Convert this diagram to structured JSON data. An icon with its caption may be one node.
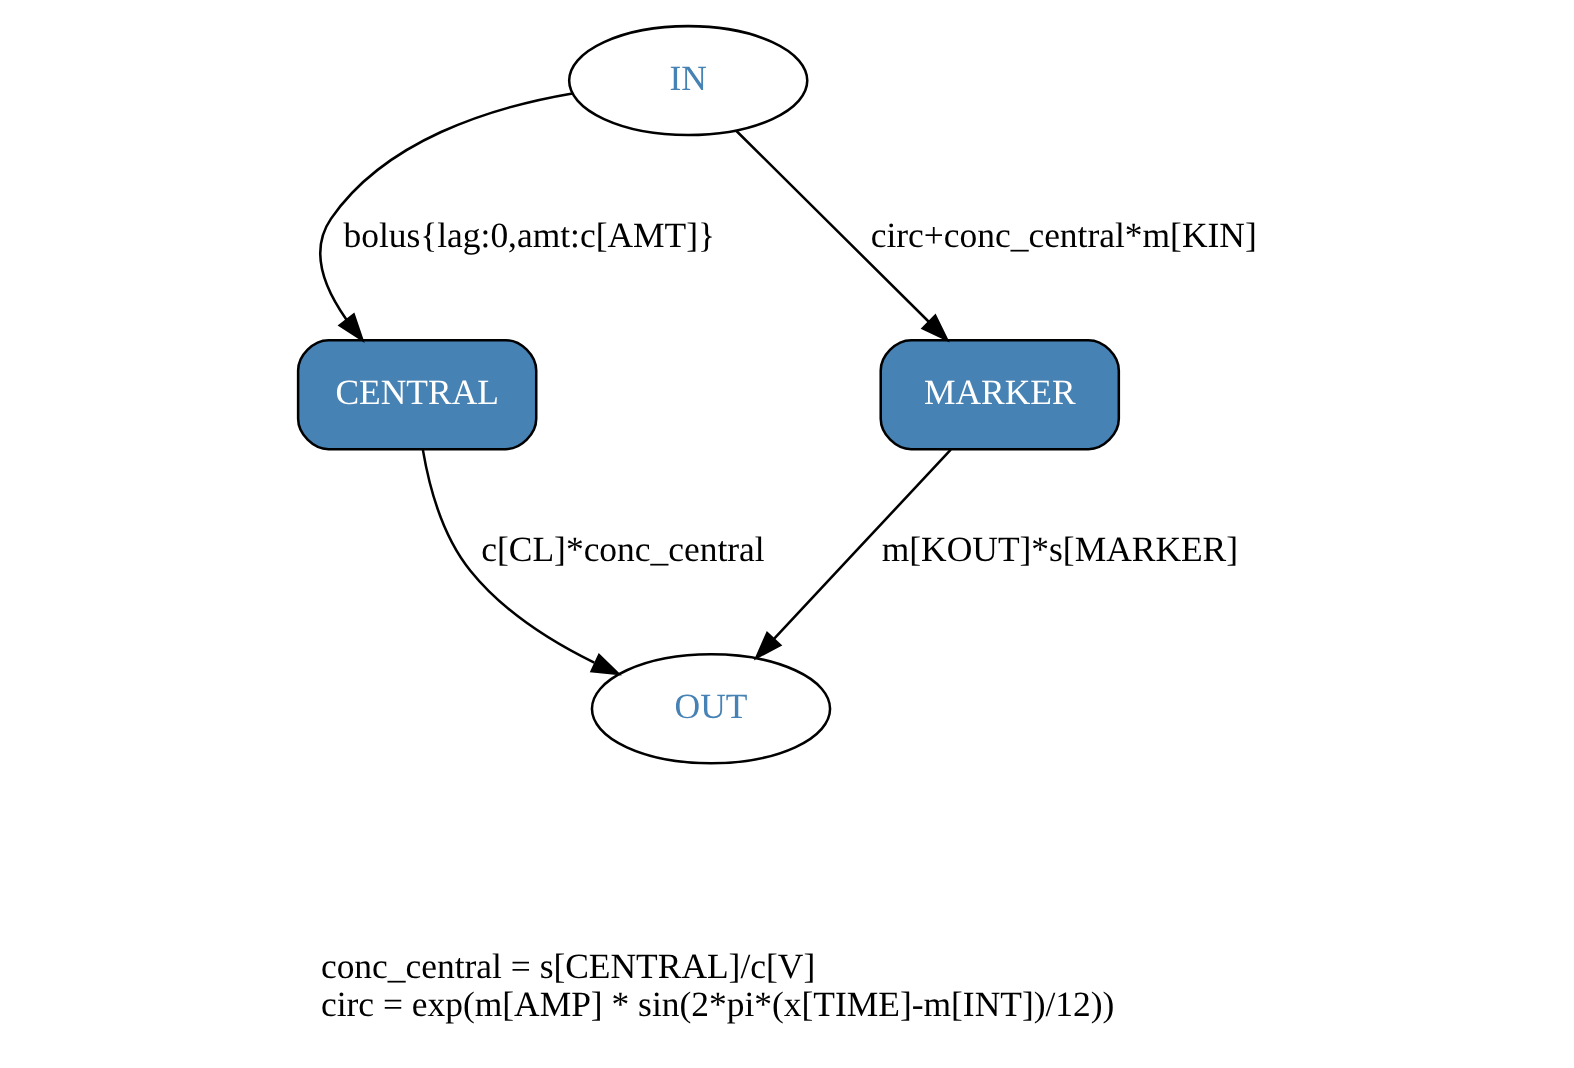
{
  "diagram": {
    "nodes": [
      {
        "text": [
          "IN"
        ]
      },
      {
        "text": [
          "CENTRAL"
        ]
      },
      {
        "text": [
          "MARKER"
        ]
      },
      {
        "text": [
          "OUT"
        ]
      }
    ],
    "edges": [
      {
        "from": 0,
        "to": 1,
        "arrow": "to",
        "label": "bolus{lag:0,amt:c[AMT]}"
      },
      {
        "from": 0,
        "to": 2,
        "arrow": "to",
        "label": "circ+conc_central*m[KIN]"
      },
      {
        "from": 1,
        "to": 3,
        "arrow": "to",
        "label": "c[CL]*conc_central"
      },
      {
        "from": 2,
        "to": 3,
        "arrow": "to",
        "label": "m[KOUT]*s[MARKER]"
      }
    ],
    "labels": [
      "conc_central = s[CENTRAL]/c[V]",
      "circ = exp(m[AMP] * sin(2*pi*(x[TIME]-m[INT])/12))"
    ]
  }
}
